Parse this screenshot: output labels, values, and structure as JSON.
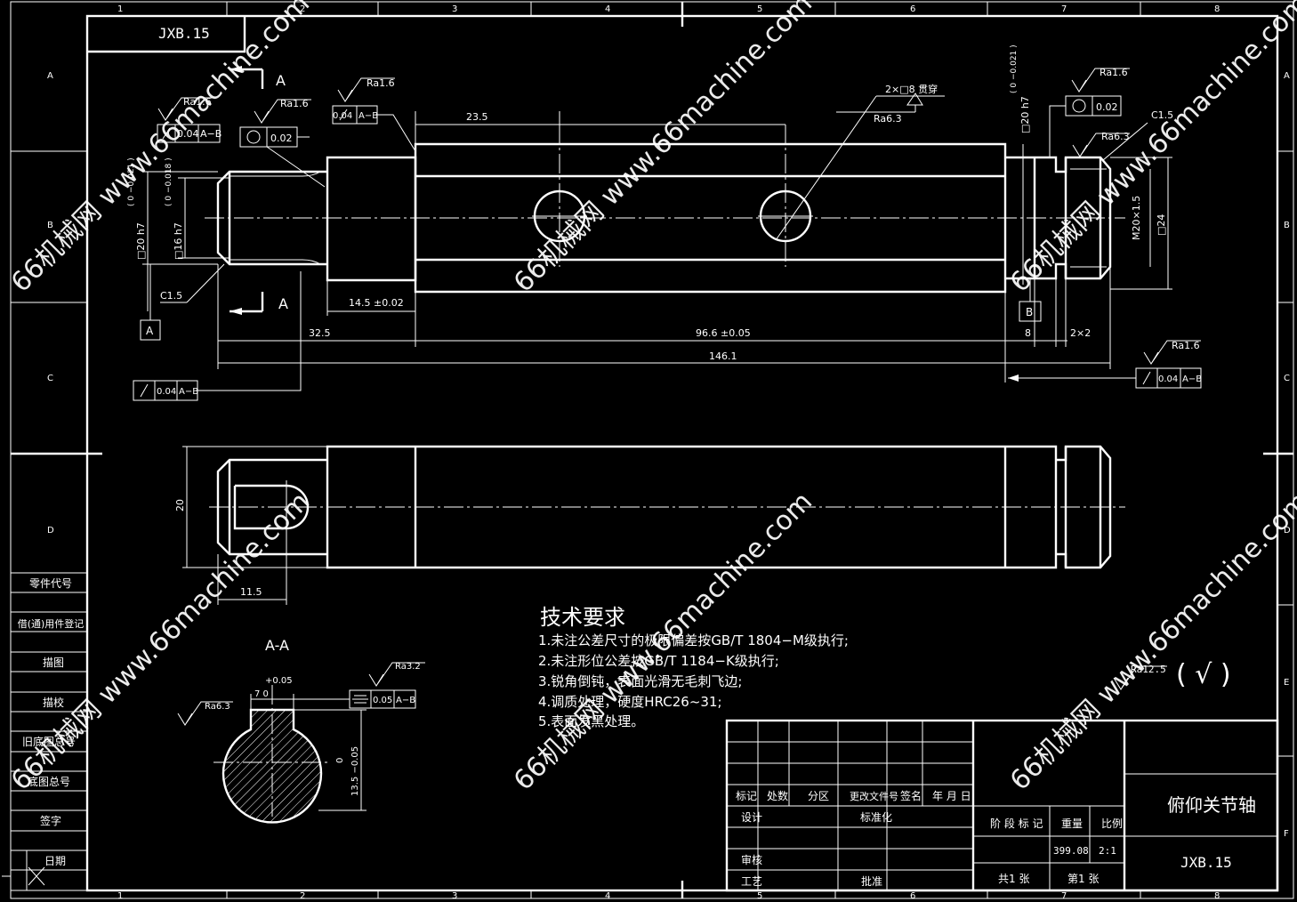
{
  "drawing_number": "JXB.15",
  "part_name": "俯仰关节轴",
  "border": {
    "columns": [
      "1",
      "2",
      "3",
      "4",
      "5",
      "6",
      "7",
      "8"
    ],
    "rows": [
      "A",
      "B",
      "C",
      "D",
      "E",
      "F"
    ]
  },
  "section_marks": {
    "a_top": "A",
    "a_bottom": "A",
    "section_title": "A-A"
  },
  "dimensions": {
    "d_23_5": "23.5",
    "d_14_5": "14.5 ±0.02",
    "d_32_5": "32.5",
    "d_96_6": "96.6 ±0.05",
    "d_146_1": "146.1",
    "d_8": "8",
    "d_2x2": "2×2",
    "d_c15_left": "C1.5",
    "d_c15_right": "C1.5",
    "d_20h7_left": "□20 h7",
    "d_20h7_left_tol": "( 0 −0.021 )",
    "d_16h7": "□16 h7",
    "d_16h7_tol": "( 0 −0.018 )",
    "d_20h7_right": "□20 h7",
    "d_20h7_right_tol": "( 0 −0.021 )",
    "d_m20": "M20×1.5",
    "d_24": "□24",
    "d_holes": "2×□8 贯穿",
    "d_20_front": "20",
    "d_11_5": "11.5",
    "d_7": "7  0",
    "d_7_tol": "+0.05",
    "d_13_5": "13.5 −0.05",
    "d_13_5_tol": "0"
  },
  "roughness": {
    "ra16_a": "Ra1.6",
    "ra16_b": "Ra1.6",
    "ra16_c": "Ra1.6",
    "ra16_d": "Ra1.6",
    "ra16_e": "Ra1.6",
    "ra63_a": "Ra6.3",
    "ra63_b": "Ra6.3",
    "ra63_c": "Ra6.3",
    "ra32": "Ra3.2",
    "ra125": "Ra12.5"
  },
  "tolerance_frames": {
    "f1": {
      "value": "0.04",
      "datum": "A−B"
    },
    "f2": {
      "value": "0.02"
    },
    "f3": {
      "value": "0.04",
      "datum": "A−B"
    },
    "f4": {
      "value": "0.02"
    },
    "f5": {
      "value": "0.04",
      "datum": "A−B"
    },
    "f6": {
      "value": "0.04",
      "datum": "A−B"
    },
    "f7": {
      "value": "0.05",
      "datum": "A−B"
    }
  },
  "datums": {
    "a": "A",
    "b": "B"
  },
  "tech_req": {
    "title": "技术要求",
    "items": [
      "1.未注公差尺寸的极限偏差按GB/T 1804−M级执行;",
      "2.未注形位公差按GB/T 1184−K级执行;",
      "3.锐角倒钝，表面光滑无毛刺飞边;",
      "4.调质处理，硬度HRC26~31;",
      "5.表面发黑处理。"
    ]
  },
  "general_roughness": "( √ )",
  "left_strip": [
    "零件代号",
    "借(通)用件登记",
    "描图",
    "描校",
    "旧底图总号",
    "底图总号",
    "签字",
    "日期"
  ],
  "title_block": {
    "rev_headers": [
      "标记",
      "处数",
      "分区",
      "更改文件号",
      "签名",
      "年 月 日"
    ],
    "design": "设计",
    "standardize": "标准化",
    "review": "审核",
    "process": "工艺",
    "approve": "批准",
    "stage_headers": [
      "阶 段 标 记",
      "重量",
      "比例"
    ],
    "weight": "399.08",
    "scale": "2:1",
    "sheets_total": "共1  张",
    "sheet_no": "第1  张"
  },
  "watermark": "66机械网 www.66machine.com"
}
